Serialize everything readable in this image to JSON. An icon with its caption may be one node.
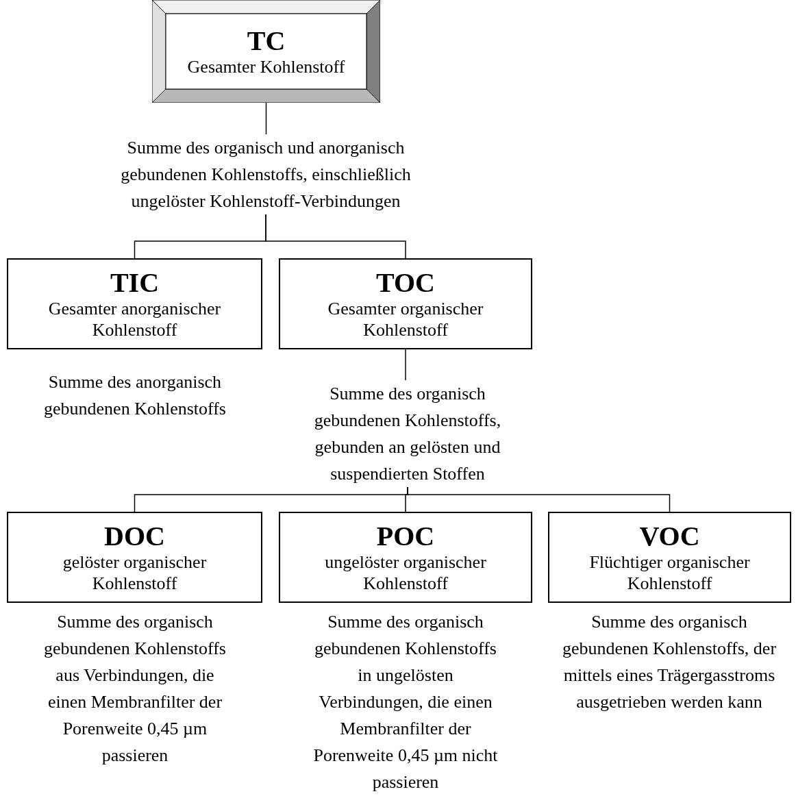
{
  "diagram": {
    "nodes": [
      {
        "text": [
          "TC",
          "Gesamter Kohlenstoff"
        ]
      },
      {
        "text": [
          "Summe des organisch und anorganisch gebundenen Kohlenstoffs, einschließlich ungelöster Kohlenstoff-Verbindungen"
        ]
      },
      {
        "text": [
          "TIC",
          "Gesamter anorganischer Kohlenstoff"
        ],
        "beside": [
          "Summe des anorganisch gebundenen Kohlenstoffs"
        ]
      },
      {
        "text": [
          "TOC",
          "Gesamter organischer Kohlenstoff"
        ]
      },
      {
        "text": [
          "Summe des organisch gebundenen Kohlenstoffs, gebunden an gelösten und suspendierten Stoffen"
        ]
      },
      {
        "text": [
          "DOC",
          "gelöster organischer Kohlenstoff"
        ],
        "beside": [
          "Summe des organisch gebundenen Kohlenstoffs aus Verbindungen, die einen Membranfilter der Porenweite 0,45 µm passieren"
        ]
      },
      {
        "text": [
          "POC",
          "ungelöster organischer Kohlenstoff"
        ],
        "beside": [
          "Summe des organisch gebundenen Kohlenstoffs in ungelösten Verbindungen, die einen Membranfilter der Porenweite 0,45 µm nicht passieren"
        ]
      },
      {
        "text": [
          "VOC",
          "Flüchtiger organischer Kohlenstoff"
        ],
        "beside": [
          "Summe des organisch gebundenen Kohlenstoffs, der mittels eines Trägergasstroms ausgetrieben werden kann"
        ]
      }
    ],
    "edges": [
      {
        "from": 0,
        "to": 1,
        "arrow": "none"
      },
      {
        "from": 1,
        "to": 2,
        "arrow": "none"
      },
      {
        "from": 1,
        "to": 3,
        "arrow": "none"
      },
      {
        "from": 3,
        "to": 4,
        "arrow": "none"
      },
      {
        "from": 4,
        "to": 5,
        "arrow": "none"
      },
      {
        "from": 4,
        "to": 6,
        "arrow": "none"
      },
      {
        "from": 4,
        "to": 7,
        "arrow": "none"
      }
    ]
  }
}
